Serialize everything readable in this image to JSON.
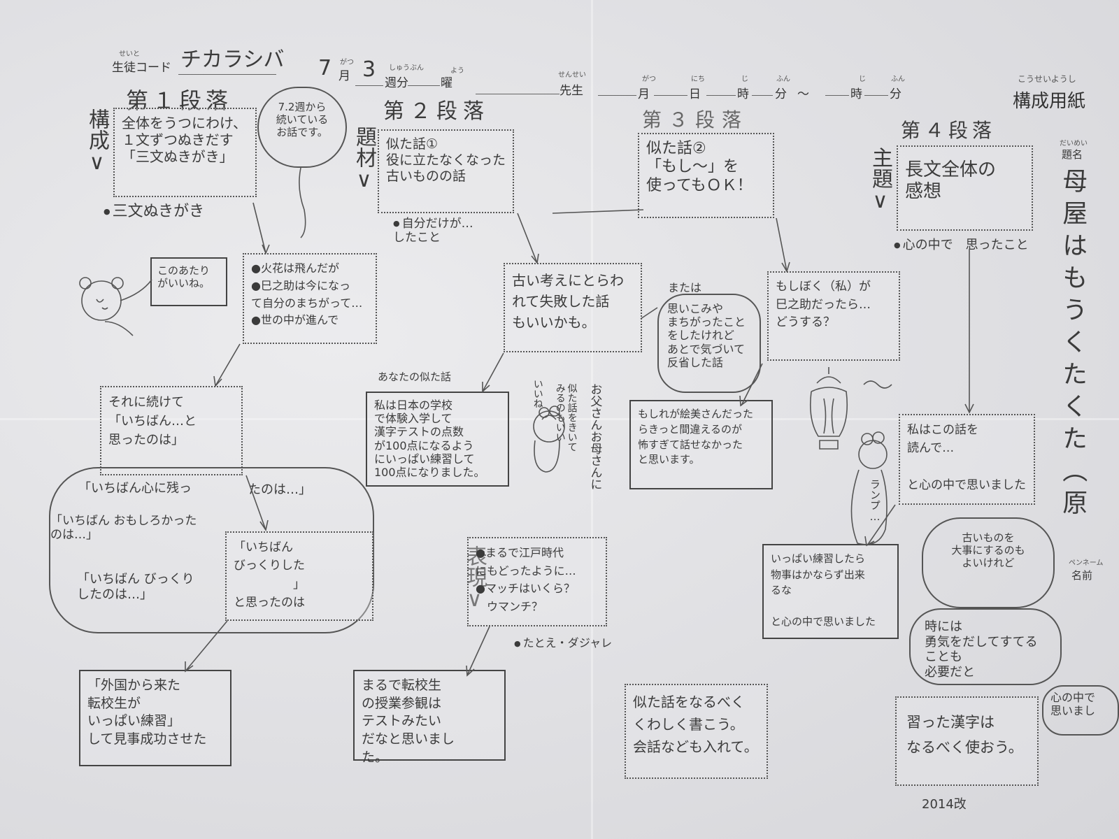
{
  "header": {
    "ruby_seito": "せいと",
    "student_code_label": "生徒コード",
    "student_code": "チカラシバ",
    "month_value": "7",
    "ruby_gatsu": "がつ",
    "month_label": "月",
    "week_value": "3",
    "ruby_shuubun": "しゅうぶん",
    "week_label": "週分",
    "ruby_you": "よう",
    "weekday_label": "曜",
    "ruby_sensei": "せんせい",
    "teacher_label": "先生",
    "ruby_nichi": "にち",
    "day_label": "日",
    "ruby_ji": "じ",
    "hour_label": "時",
    "ruby_fun": "ふん",
    "minute_label": "分",
    "tilde": "～",
    "ruby_kousei": "こうせいようし",
    "form_title": "構成用紙"
  },
  "title_col": {
    "ruby": "だいめい",
    "label": "題名",
    "value": "母屋はもうくたくた（原",
    "pen_ruby": "ペンネーム",
    "pen_label": "名前"
  },
  "sections": [
    {
      "heading": "第１段落",
      "box": "全体をうつにわけ、\n１文ずつぬきだす\n「三文ぬきがき」",
      "bullet": "三文ぬきがき"
    },
    {
      "heading": "第２段落",
      "box": "似た話①\n役に立たなくなった\n古いものの話",
      "bullet": "自分だけが…\nしたこと"
    },
    {
      "heading": "第３段落",
      "box": "似た話②\n「もし～」を\n使ってもＯＫ！"
    },
    {
      "heading": "第４段落",
      "box": "長文全体の\n感想",
      "bullet": "心の中で　思ったこと"
    }
  ],
  "side_labels": {
    "kousei": "構成∨",
    "daizai": "題材∨",
    "shudai": "主題∨",
    "hyougen": "表現∨"
  },
  "notes": {
    "continuation": "7.2週から\n続いている\nお話です。",
    "koko_ii": "このあたり\nがいいね。",
    "mataha": "または",
    "mistake_story": "思いこみや\nまちがったこと\nをしたけれど\nあとで気づいて\n反省した話",
    "parents_vertical": "お父さんお母さんに",
    "similar_vertical": "似た話をきいてみるのもいい",
    "iine": "いいね",
    "old_things": "古いものを\n大事にするのも\nよいけれど",
    "courage": "時には\n勇気をだしてすてることも\n必要だと",
    "kokoro_edge": "心の中で\n思いまし",
    "lamp": "ランプ…"
  },
  "flow": {
    "keywords": "●火花は飛んだが\n●巳之助は今になっ\nて自分のまちがって…\n●世の中が進んで",
    "old_idea": "古い考えにとらわ\nれて失敗した話\nもいいかも。",
    "if_me": "もしぼく（私）が\n巳之助だったら…\nどうする？",
    "continue": "それに続けて\n「いちばん…と\n思ったのは」",
    "your_story_label": "あなたの似た話",
    "your_story": "私は日本の学校\nで体験入学して\n漢字テストの点数\nが100点になるよう\nにいっぱい練習して\n100点になりました。",
    "parents": "もしれが絵美さんだった\nらきっと間違えるのが\n怖すぎて話せなかった\nと思います。",
    "read": "私はこの話を\n読んで…\n\nと心の中で思いました",
    "surprised": "「いちばん\nびっくりした\n　　　　　」\nと思ったのは",
    "expressions": "●まるで江戸時代\nにもどったように…\n●マッチはいくら？\n　ウマンチ？",
    "expressions_bullet": "たとえ・ダジャレ",
    "practice": "いっぱい練習したら\n物事はかならず出来\nるな\n\nと心の中で思いました",
    "transfer": "「外国から来た\n転校生が\nいっぱい練習」\nして見事成功させた",
    "open_class": "まるで転校生\nの授業参観は\nテストみたい\nだなと思いまし\nた。"
  },
  "options": {
    "kokoro": "「いちばん心に残っ",
    "kokoro_end": "たのは…」",
    "omoshiroka": "「いちばん おもしろかった\nのは…」",
    "bikkuri": "「いちばん びっくり\nしたのは…」"
  },
  "tips": {
    "detail": "似た話をなるべく\nくわしく書こう。\n会話なども入れて。",
    "kanji": "習った漢字は\nなるべく使おう。"
  },
  "footer": {
    "version": "2014改"
  }
}
